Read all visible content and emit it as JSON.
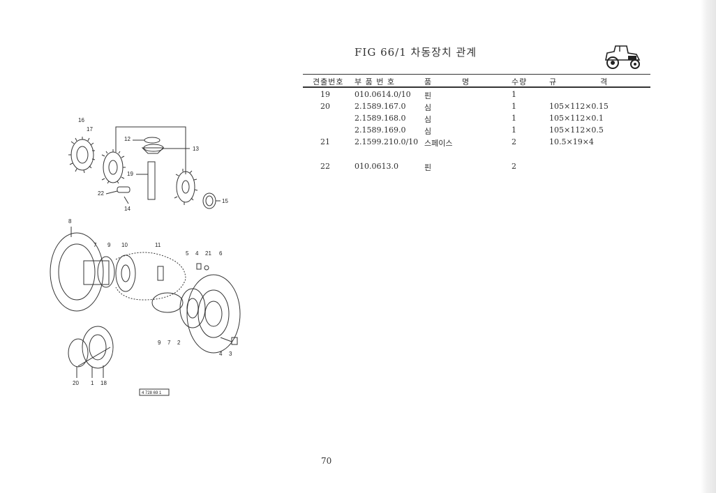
{
  "title": "FIG 66/1 차동장치 관계",
  "table": {
    "headers": {
      "ref": "견출번호",
      "part": "부 품 번 호",
      "name": "품",
      "name2": "명",
      "qty": "수량",
      "spec": "규",
      "spec2": "격"
    },
    "rows": [
      {
        "ref": "19",
        "part": "010.0614.0/10",
        "name": "핀",
        "qty": "1",
        "spec": ""
      },
      {
        "ref": "20",
        "part": "2.1589.167.0",
        "name": "심",
        "qty": "1",
        "spec": "105×112×0.15"
      },
      {
        "ref": "",
        "part": "2.1589.168.0",
        "name": "심",
        "qty": "1",
        "spec": "105×112×0.1"
      },
      {
        "ref": "",
        "part": "2.1589.169.0",
        "name": "심",
        "qty": "1",
        "spec": "105×112×0.5"
      },
      {
        "ref": "21",
        "part": "2.1599.210.0/10",
        "name": "스페이스",
        "qty": "2",
        "spec": "10.5×19×4"
      },
      {
        "ref": "22",
        "part": "010.0613.0",
        "name": "핀",
        "qty": "2",
        "spec": ""
      }
    ]
  },
  "diagram": {
    "callouts": [
      "16",
      "17",
      "12",
      "13",
      "19",
      "22",
      "14",
      "15",
      "8",
      "7",
      "9",
      "10",
      "11",
      "5",
      "4",
      "21",
      "6",
      "9",
      "7",
      "2",
      "4",
      "3",
      "20",
      "1",
      "18"
    ],
    "ref_code": "4 728 69 1"
  },
  "page_number": "70"
}
